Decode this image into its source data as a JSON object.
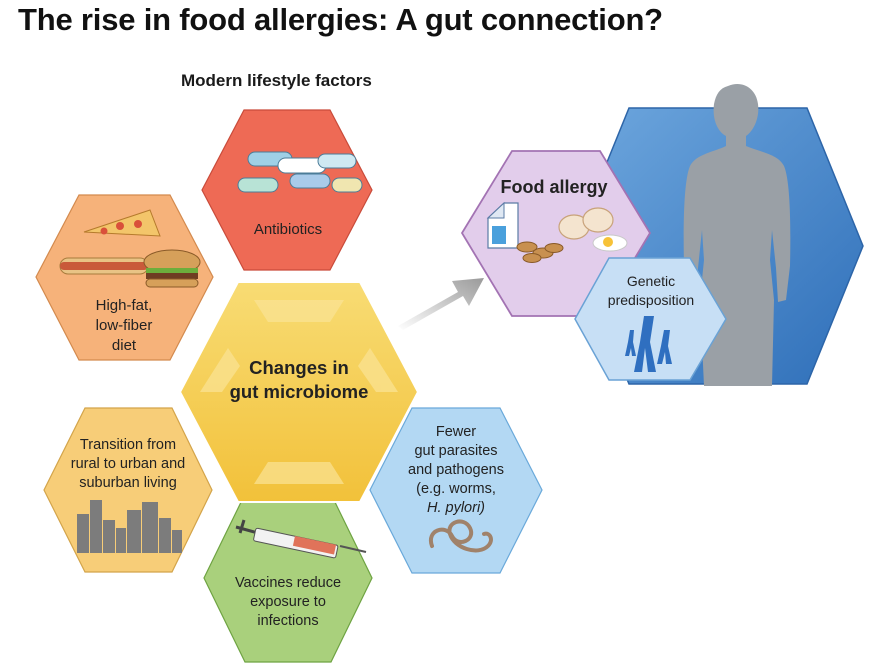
{
  "title": "The rise in food allergies: A gut connection?",
  "subtitle": "Modern lifestyle factors",
  "center": {
    "lines": [
      "Changes in",
      "gut microbiome"
    ],
    "color": "#f6cf48"
  },
  "factors": {
    "antibiotics": {
      "lines": [
        "Antibiotics"
      ],
      "color": "#ee6a55"
    },
    "diet": {
      "lines": [
        "High-fat,",
        "low-fiber",
        "diet"
      ],
      "color": "#f6b27a"
    },
    "urban": {
      "lines": [
        "Transition from",
        "rural to urban and",
        "suburban living"
      ],
      "color": "#f7cd78"
    },
    "vaccines": {
      "lines": [
        "Vaccines reduce",
        "exposure to",
        "infections"
      ],
      "color": "#a9d07c"
    },
    "parasites": {
      "lines": [
        "Fewer",
        "gut parasites",
        "and pathogens",
        "(e.g. worms,",
        "H. pylori)"
      ],
      "italic_line": 4,
      "color": "#b3d8f3"
    }
  },
  "outcome": {
    "allergy": {
      "label": "Food allergy",
      "color": "#e4d1ec"
    },
    "genetic": {
      "lines": [
        "Genetic",
        "predisposition"
      ],
      "color": "#c6def5"
    },
    "body_color": "#3c7ec4"
  }
}
